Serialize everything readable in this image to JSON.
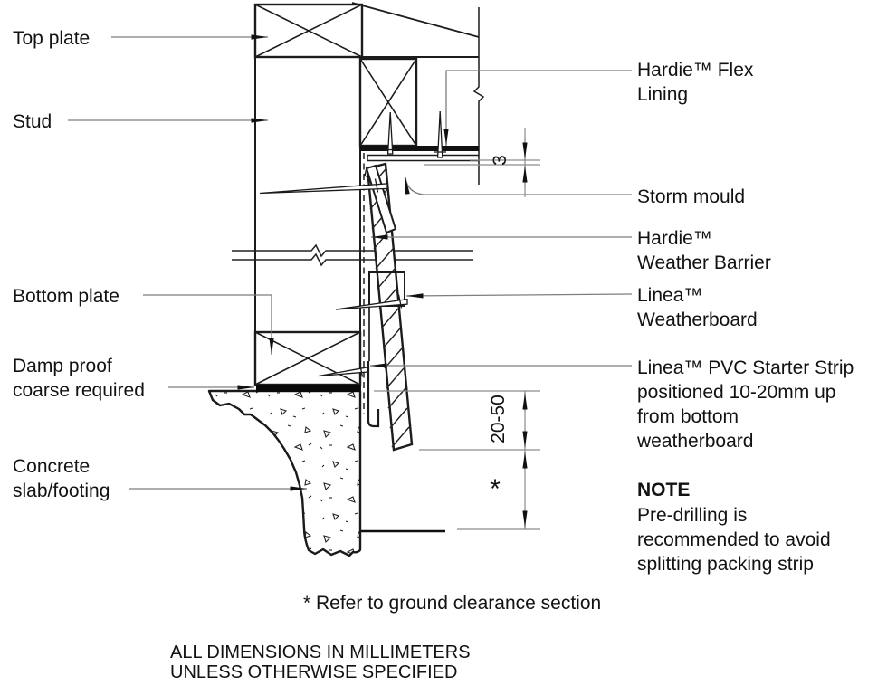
{
  "colors": {
    "background": "#ffffff",
    "line": "#1a1a1a",
    "leader": "#7d7d7d",
    "dimension": "#8c8c8c"
  },
  "labels": {
    "left": [
      {
        "id": "top-plate",
        "lines": [
          "Top plate"
        ]
      },
      {
        "id": "stud",
        "lines": [
          "Stud"
        ]
      },
      {
        "id": "bottom-plate",
        "lines": [
          "Bottom plate"
        ]
      },
      {
        "id": "damp-proof",
        "lines": [
          "Damp proof",
          "coarse required"
        ]
      },
      {
        "id": "concrete",
        "lines": [
          "Concrete",
          "slab/footing"
        ]
      }
    ],
    "right": [
      {
        "id": "flex-lining",
        "lines": [
          "Hardie™ Flex",
          "Lining"
        ]
      },
      {
        "id": "storm-mould",
        "lines": [
          "Storm mould"
        ]
      },
      {
        "id": "weather-barrier",
        "lines": [
          "Hardie™",
          "Weather Barrier"
        ]
      },
      {
        "id": "weatherboard",
        "lines": [
          "Linea™",
          "Weatherboard"
        ]
      },
      {
        "id": "starter-strip",
        "lines": [
          "Linea™ PVC Starter Strip",
          "positioned 10-20mm up",
          "from bottom",
          "weatherboard"
        ]
      }
    ],
    "note": {
      "title": "NOTE",
      "lines": [
        "Pre-drilling is",
        "recommended to avoid",
        "splitting packing strip"
      ]
    }
  },
  "dimensions": {
    "lining_gap_mm": "3",
    "starter_clearance_mm": "20-50",
    "ground_clearance": "*"
  },
  "footnote": "* Refer to ground clearance section",
  "units_note": {
    "lines": [
      "ALL DIMENSIONS IN MILLIMETERS",
      "UNLESS OTHERWISE SPECIFIED"
    ]
  }
}
